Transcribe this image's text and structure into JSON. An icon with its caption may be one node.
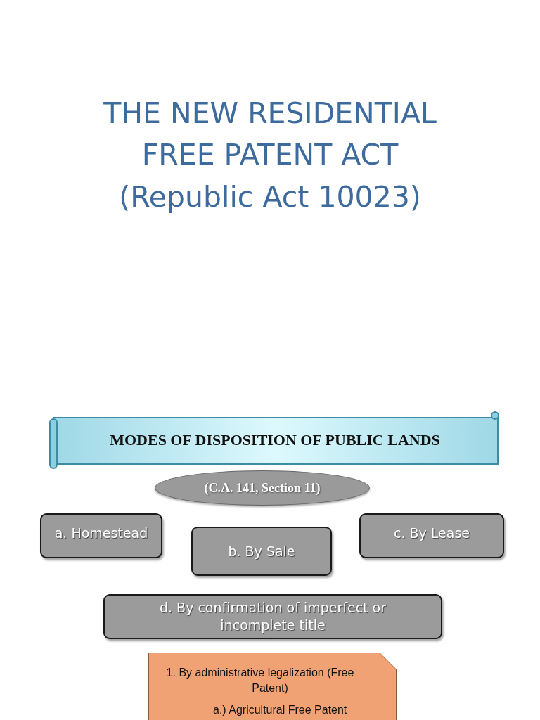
{
  "diagram": {
    "title": "THE NEW RESIDENTIAL FREE PATENT ACT (Republic Act 10023)",
    "nodes": [
      {
        "text": [
          "MODES OF DISPOSITION OF PUBLIC LANDS"
        ]
      },
      {
        "text": [
          "(C.A. 141, Section 11)"
        ]
      },
      {
        "text": [
          "a. Homestead"
        ]
      },
      {
        "text": [
          "b. By Sale"
        ]
      },
      {
        "text": [
          "c. By Lease"
        ]
      },
      {
        "text": [
          "d. By confirmation of imperfect or incomplete title"
        ]
      },
      {
        "text": [
          "1. By administrative legalization (Free Patent)",
          "a.) Agricultural Free Patent"
        ]
      }
    ]
  }
}
